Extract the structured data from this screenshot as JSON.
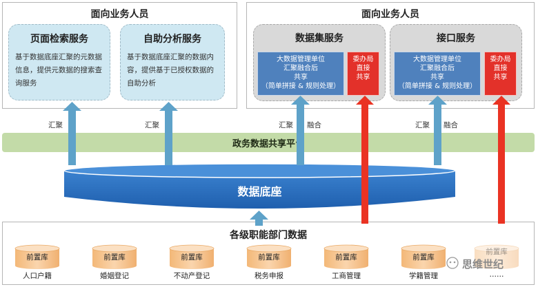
{
  "left_panel": {
    "title": "面向业务人员",
    "services": [
      {
        "title": "页面检索服务",
        "desc": "基于数据底座汇聚的元数据信息，提供元数据的搜索查询服务"
      },
      {
        "title": "自助分析服务",
        "desc": "基于数据底座汇聚的数据内容，提供基于已授权数据的自助分析"
      }
    ]
  },
  "right_panel": {
    "title": "面向业务人员",
    "services": [
      {
        "title": "数据集服务",
        "blue_box": [
          "大数据管理单位",
          "汇聚融合后",
          "共享",
          "（简单拼接 & 规则处理）"
        ],
        "red_box": [
          "委办局",
          "直接",
          "共享"
        ]
      },
      {
        "title": "接口服务",
        "blue_box": [
          "大数据管理单位",
          "汇聚融合后",
          "共享",
          "（简单拼接 & 规则处理）"
        ],
        "red_box": [
          "委办局",
          "直接",
          "共享"
        ]
      }
    ]
  },
  "arrow_labels": {
    "a1": "汇聚",
    "a2": "汇聚",
    "a3": "汇聚",
    "a4": "融合",
    "a5": "汇聚",
    "a6": "融合"
  },
  "platform": {
    "label": "政务数据共享平台"
  },
  "base": {
    "label": "数据底座"
  },
  "departments": {
    "title": "各级职能部门数据",
    "items": [
      {
        "db": "前置库",
        "name": "人口户籍"
      },
      {
        "db": "前置库",
        "name": "婚姻登记"
      },
      {
        "db": "前置库",
        "name": "不动产登记"
      },
      {
        "db": "前置库",
        "name": "税务申报"
      },
      {
        "db": "前置库",
        "name": "工商管理"
      },
      {
        "db": "前置库",
        "name": "学籍管理"
      },
      {
        "db": "前置库",
        "name": "……"
      }
    ]
  },
  "watermark": {
    "text": "思维世纪"
  },
  "colors": {
    "arrow_blue": "#5ea2c9",
    "arrow_red": "#ea3323",
    "platform_green": "#c3dba8",
    "base_blue": "#2d73c3",
    "cylinder_orange": "#f7cc9e"
  }
}
